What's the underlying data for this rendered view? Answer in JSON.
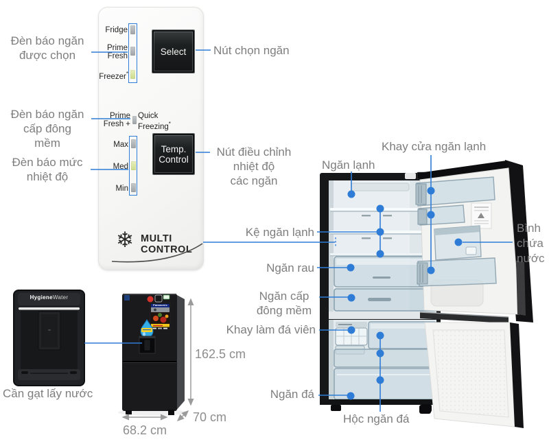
{
  "colors": {
    "accent_blue": "#2e7cd6",
    "label_gray": "#7e7e7e",
    "dimension_gray": "#8d8d8d",
    "led_lit": "#d9e6a0",
    "led_unlit": "#aeb3b5",
    "button_dark": "#1c1f20"
  },
  "panel": {
    "fridge_label": "Fridge",
    "prime_l1": "Prime",
    "prime_l2": "Fresh",
    "freezer_label": "Freezer",
    "freezer_asterisk": "*",
    "select_label": "Select",
    "primefresh_l1": "Prime",
    "primefresh_l2": "Fresh +",
    "quick_l1": "Quick",
    "quick_l2": "Freezing",
    "quick_asterisk": "*",
    "level_max": "Max",
    "level_med": "Med",
    "level_min": "Min",
    "temp_l1": "Temp.",
    "temp_l2": "Control",
    "snowflake": "❄",
    "logo_l1": "MULTI",
    "logo_l2": "CONTROL"
  },
  "callouts": {
    "selected_led_l1": "Đèn báo ngăn",
    "selected_led_l2": "được chọn",
    "soft_led_l1": "Đèn báo ngăn",
    "soft_led_l2": "cấp đông",
    "soft_led_l3": "mềm",
    "temp_led_l1": "Đèn báo mức",
    "temp_led_l2": "nhiệt độ",
    "select_button": "Nút chọn ngăn",
    "temp_button_l1": "Nút điều chỉnh",
    "temp_button_l2": "nhiệt độ",
    "temp_button_l3": "các ngăn",
    "door_tray": "Khay cửa ngăn lạnh",
    "fridge_compartment": "Ngăn lạnh",
    "fridge_shelf": "Kệ ngăn lạnh",
    "veggie_drawer": "Ngăn rau",
    "water_tank_l1": "Bình",
    "water_tank_l2": "chứa",
    "water_tank_l3": "nước",
    "soft_freeze_l1": "Ngăn cấp",
    "soft_freeze_l2": "đông mềm",
    "ice_tray": "Khay làm đá viên",
    "freezer_compartment": "Ngăn đá",
    "freezer_bin": "Hộc ngăn đá",
    "water_lever": "Cần gạt lấy nước"
  },
  "dimensions": {
    "height": "162.5 cm",
    "depth": "70 cm",
    "width": "68.2 cm"
  },
  "dispenser_detail": {
    "brand_bold": "Hygiene",
    "brand_light": "Water"
  },
  "mini_fridge": {
    "poster_brand": "Panasonic"
  }
}
